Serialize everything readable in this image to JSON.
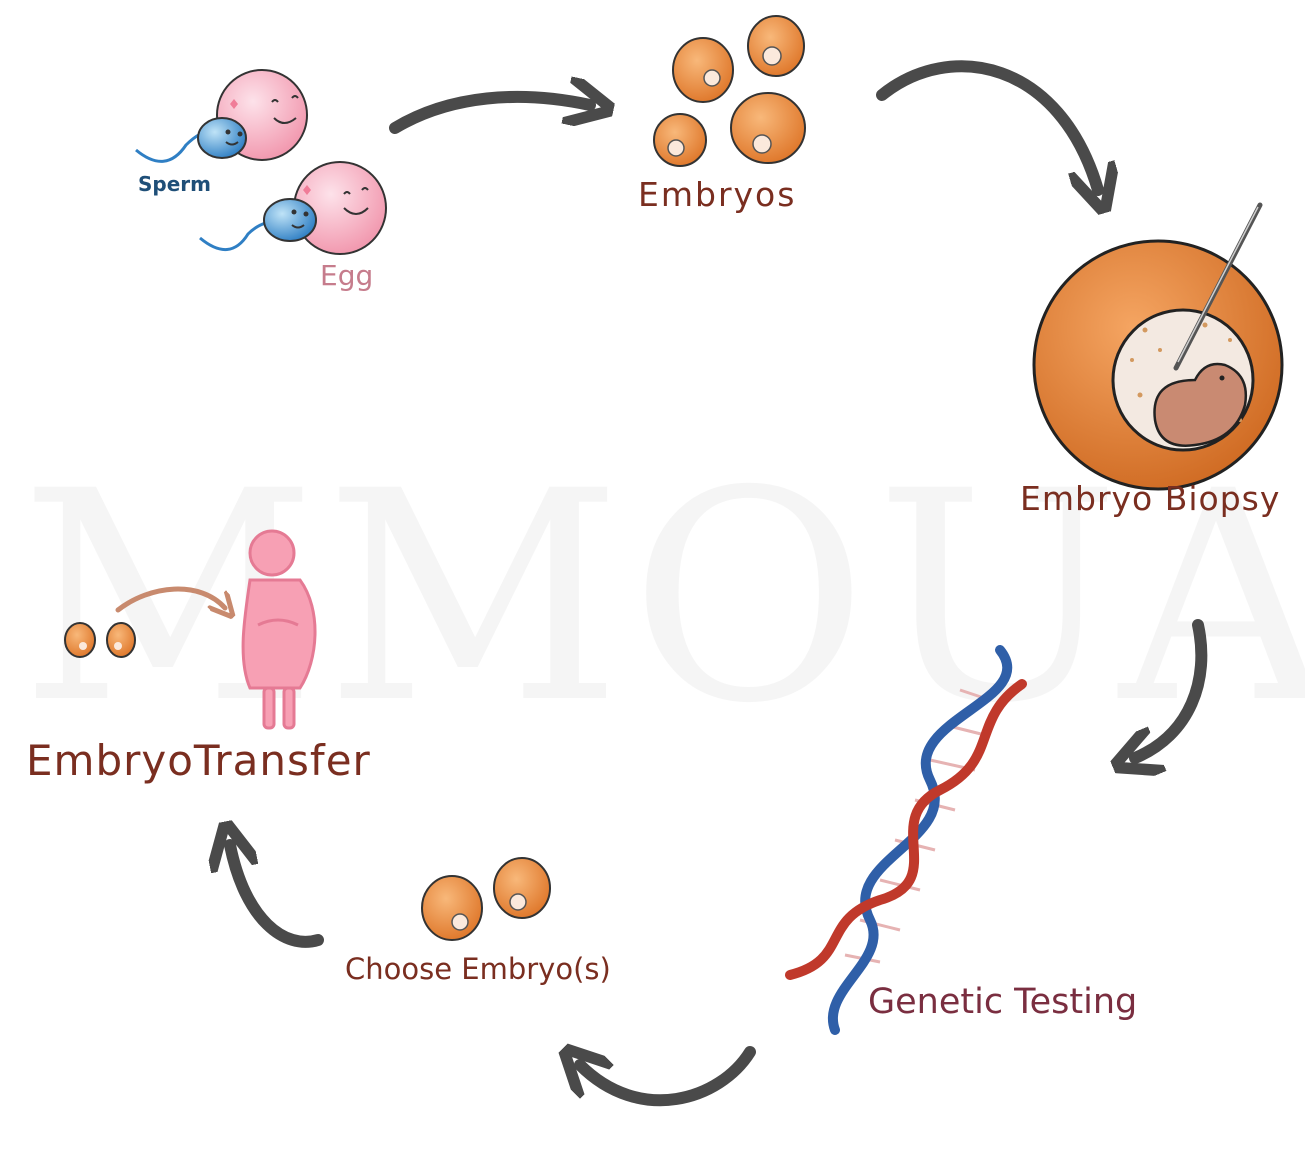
{
  "watermark": "MMOUA©",
  "labels": {
    "sperm": "Sperm",
    "egg": "Egg",
    "embryos": "Embryos",
    "embryo_biopsy": "Embryo Biopsy",
    "genetic_testing": "Genetic Testing",
    "choose_embryos": "Choose Embryo(s)",
    "embryo_transfer": "EmbryoTransfer"
  },
  "colors": {
    "embryo_orange": "#f0954a",
    "egg_pink": "#f4a7b9",
    "sperm_blue": "#5fa8dc",
    "label_brown": "#7a2e20",
    "arrow_gray": "#4a4a4a",
    "dna_red": "#c0392b",
    "dna_blue": "#2f5fa8",
    "figure_pink": "#f7a0b4"
  }
}
